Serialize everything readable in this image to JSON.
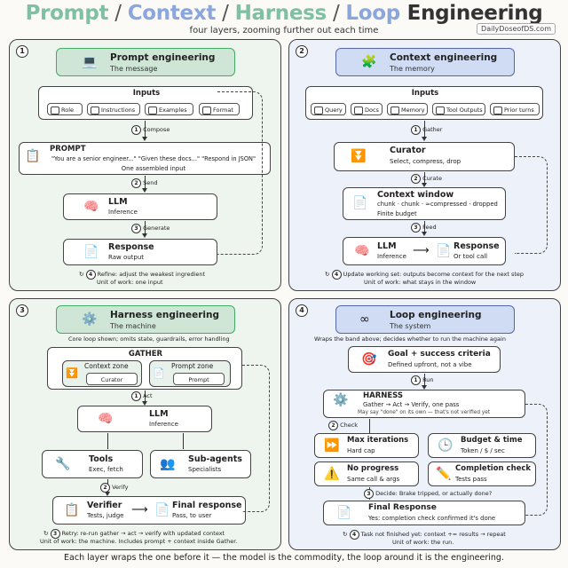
{
  "header": {
    "w1": "Prompt",
    "s1": " / ",
    "w2": "Context",
    "s2": " / ",
    "w3": "Harness",
    "s3": " / ",
    "w4": "Loop",
    "w5": " Engineering",
    "subtitle": "four layers, zooming further out each time",
    "brand": "DailyDoseofDS.com"
  },
  "footer": "Each layer wraps the one before it — the model is the commodity, the loop around it is the engineering.",
  "p1": {
    "num": "1",
    "title": "Prompt engineering",
    "sub": "The message",
    "inputs_title": "Inputs",
    "chips": [
      "Role",
      "Instructions",
      "Examples",
      "Format"
    ],
    "s1_num": "1",
    "s1": "Compose",
    "prompt_title": "PROMPT",
    "prompt_text": "\"You are a senior engineer...\" \"Given these docs...\" \"Respond in JSON\"",
    "prompt_sub": "One assembled input",
    "s2_num": "2",
    "s2": "Send",
    "llm_title": "LLM",
    "llm_sub": "Inference",
    "s3_num": "3",
    "s3": "Generate",
    "resp_title": "Response",
    "resp_sub": "Raw output",
    "s4_num": "4",
    "s4": "Refine: adjust the weakest ingredient",
    "unit": "Unit of work: one input"
  },
  "p2": {
    "num": "2",
    "title": "Context engineering",
    "sub": "The memory",
    "inputs_title": "Inputs",
    "chips": [
      "Query",
      "Docs",
      "Memory",
      "Tool Outputs",
      "Prior turns"
    ],
    "s1_num": "1",
    "s1": "Gather",
    "cur_title": "Curator",
    "cur_sub": "Select, compress, drop",
    "s2_num": "2",
    "s2": "Curate",
    "cw_title": "Context window",
    "cw_text": "chunk · chunk · ≈compressed · dropped",
    "cw_sub": "Finite budget",
    "s3_num": "3",
    "s3": "Feed",
    "llm_title": "LLM",
    "llm_sub": "Inference",
    "resp_title": "Response",
    "resp_sub": "Or tool call",
    "s4_num": "4",
    "s4": "Update working set: outputs become context for the next step",
    "unit": "Unit of work: what stays in the window"
  },
  "p3": {
    "num": "3",
    "title": "Harness engineering",
    "sub": "The machine",
    "desc": "Core loop shown; omits state, guardrails, error handling",
    "gather": "GATHER",
    "cz_title": "Context zone",
    "cz_chip": "Curator",
    "pz_title": "Prompt zone",
    "pz_chip": "Prompt",
    "s1_num": "1",
    "s1": "Act",
    "llm_title": "LLM",
    "llm_sub": "Inference",
    "tools_title": "Tools",
    "tools_sub": "Exec, fetch",
    "sa_title": "Sub-agents",
    "sa_sub": "Specialists",
    "s2_num": "2",
    "s2": "Verify",
    "ver_title": "Verifier",
    "ver_sub": "Tests, judge",
    "fr_title": "Final response",
    "fr_sub": "Pass, to user",
    "s3_num": "3",
    "s3": "Retry: re-run gather → act → verify with updated context",
    "unit": "Unit of work: the machine. Includes prompt + context inside Gather."
  },
  "p4": {
    "num": "4",
    "title": "Loop engineering",
    "sub": "The system",
    "desc": "Wraps the band above; decides whether to run the machine again",
    "goal_title": "Goal + success criteria",
    "goal_sub": "Defined upfront, not a vibe",
    "s1_num": "1",
    "s1": "Run",
    "h_title": "HARNESS",
    "h_sub": "Gather → Act → Verify, one pass",
    "h_note": "May say \"done\" on its own — that's not verified yet",
    "s2_num": "2",
    "s2": "Check",
    "mi_title": "Max iterations",
    "mi_sub": "Hard cap",
    "bt_title": "Budget & time",
    "bt_sub": "Token / $ / sec",
    "np_title": "No progress",
    "np_sub": "Same call & args",
    "cc_title": "Completion check",
    "cc_sub": "Tests pass",
    "s3_num": "3",
    "s3": "Decide: Brake tripped, or actually done?",
    "fr_title": "Final Response",
    "fr_sub": "Yes: completion check confirmed it's done",
    "s4_num": "4",
    "s4": "Task not finished yet: context += results → repeat",
    "unit": "Unit of work: the run."
  }
}
